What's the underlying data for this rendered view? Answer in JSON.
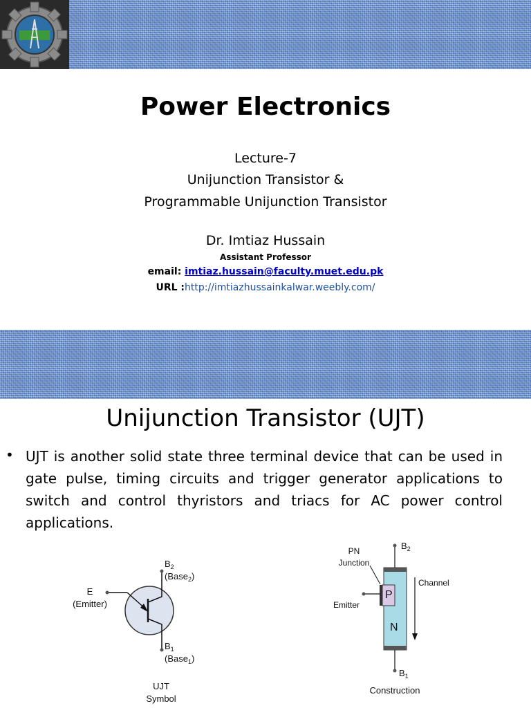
{
  "slide1": {
    "title": "Power Electronics",
    "lecture": "Lecture-7",
    "subtitle_line1": "Unijunction Transistor &",
    "subtitle_line2": "Programmable Unijunction Transistor",
    "author": "Dr. Imtiaz Hussain",
    "position": "Assistant Professor",
    "email_label": "email: ",
    "email": "imtiaz.hussain@faculty.muet.edu.pk",
    "url_label": "URL :",
    "url": "http://imtiazhussainkalwar.weebly.com/"
  },
  "slide2": {
    "title": "Unijunction Transistor (UJT)",
    "bullet": "•",
    "body": "UJT is another solid state three terminal device that can be used in gate pulse, timing circuits and trigger generator applications to switch and control thyristors and triacs for AC power control applications.",
    "symbol": {
      "b2": "B",
      "b2_sub": "2",
      "base2_open": "(Base",
      "base2_sub": "2",
      "base2_close": ")",
      "e": "E",
      "emitter": "(Emitter)",
      "b1": "B",
      "b1_sub": "1",
      "base1_open": "(Base",
      "base1_sub": "1",
      "base1_close": ")",
      "caption1": "UJT",
      "caption2": "Symbol"
    },
    "construction": {
      "b2": "B",
      "b2_sub": "2",
      "pn1": "PN",
      "pn2": "Junction",
      "channel": "Channel",
      "emitter": "Emitter",
      "p": "P",
      "n": "N",
      "b1": "B",
      "b1_sub": "1",
      "caption": "Construction"
    }
  }
}
